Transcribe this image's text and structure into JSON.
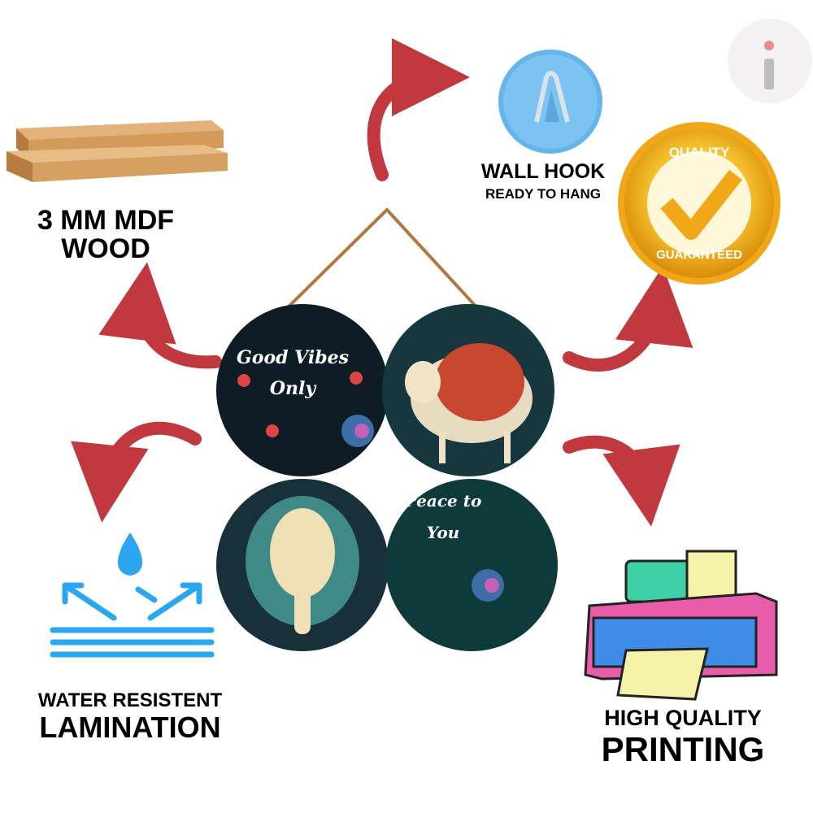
{
  "labels": {
    "mdf_line1": "3 MM MDF",
    "mdf_line2": "WOOD",
    "hook_line1": "WALL HOOK",
    "hook_line2": "READY TO HANG",
    "water_line1": "WATER RESISTENT",
    "water_line2": "LAMINATION",
    "print_line1": "HIGH QUALITY",
    "print_line2": "PRINTING"
  },
  "badge": {
    "top": "QUALITY",
    "bottom": "GUARANTEED"
  },
  "plaques": {
    "p1_line1": "Good Vibes",
    "p1_line2": "Only",
    "p4_line1": "Peace to",
    "p4_line2": "You"
  },
  "logo": {
    "letter": "i"
  },
  "colors": {
    "arrow": "#c1393f",
    "plaque": "#0f2a33",
    "hook": "#5fb3ea",
    "gold": "#f2b01e",
    "water": "#2aa7f0"
  }
}
